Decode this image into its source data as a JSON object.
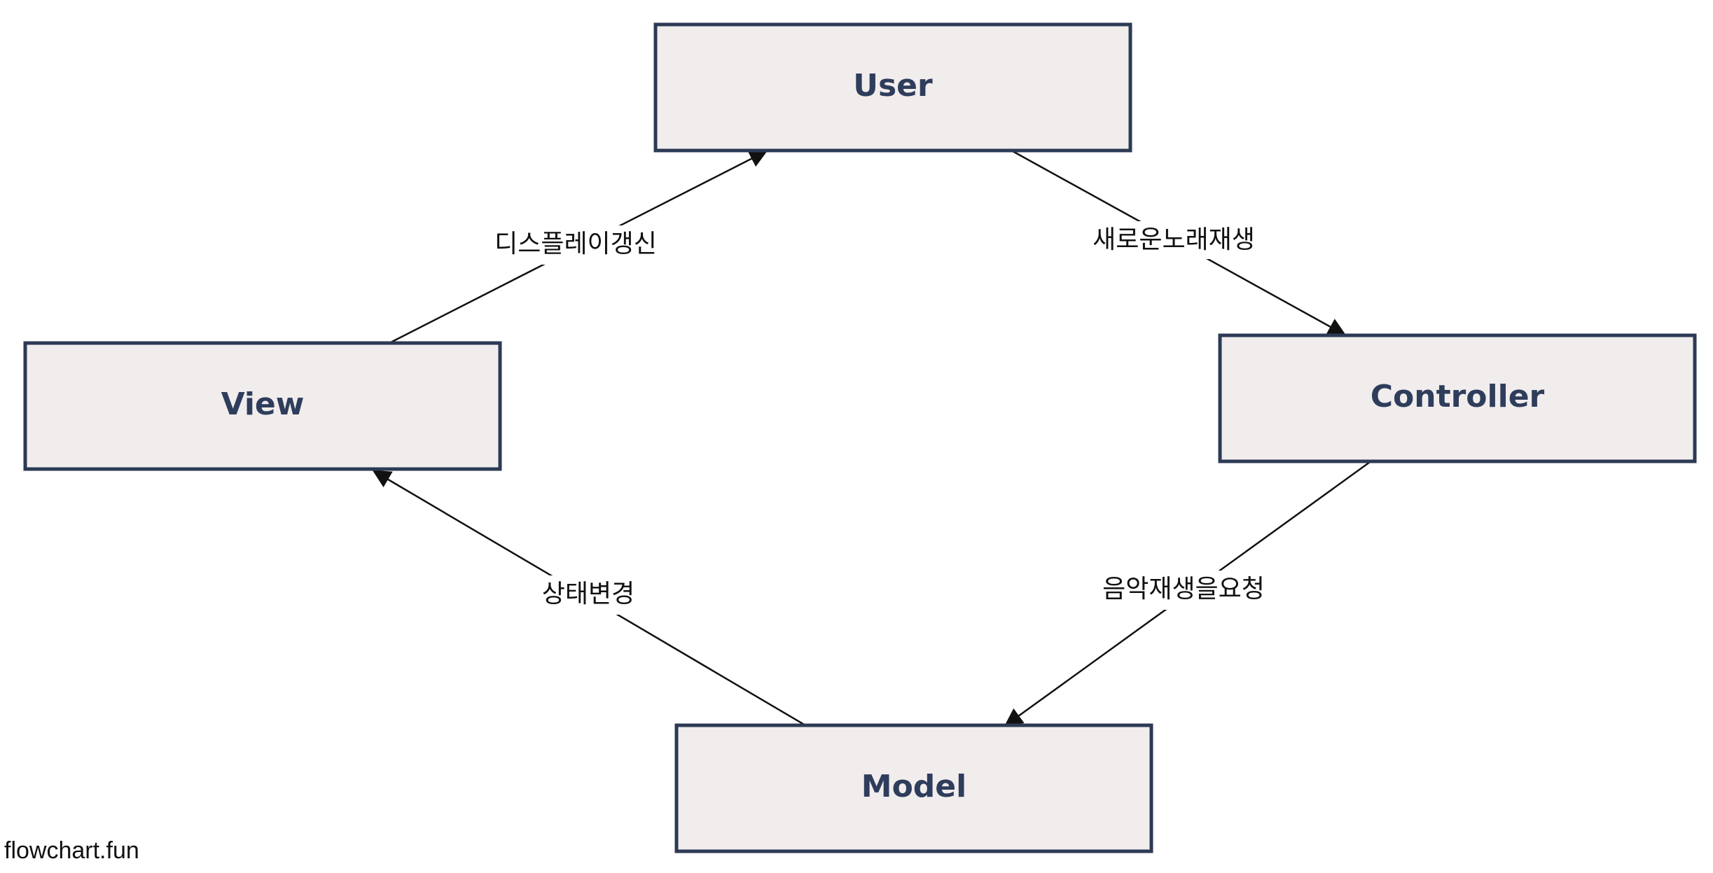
{
  "diagram": {
    "nodes": {
      "user": {
        "label": "User"
      },
      "controller": {
        "label": "Controller"
      },
      "model": {
        "label": "Model"
      },
      "view": {
        "label": "View"
      }
    },
    "edges": {
      "user_to_controller": {
        "from": "User",
        "to": "Controller",
        "label": "새로운노래재생"
      },
      "controller_to_model": {
        "from": "Controller",
        "to": "Model",
        "label": "음악재생을요청"
      },
      "model_to_view": {
        "from": "Model",
        "to": "View",
        "label": "상태변경"
      },
      "view_to_user": {
        "from": "View",
        "to": "User",
        "label": "디스플레이갱신"
      }
    }
  },
  "watermark": "flowchart.fun",
  "colors": {
    "node_fill": "#f1eded",
    "node_border": "#2d3a55",
    "node_text": "#2f3d5c",
    "edge": "#111111"
  }
}
